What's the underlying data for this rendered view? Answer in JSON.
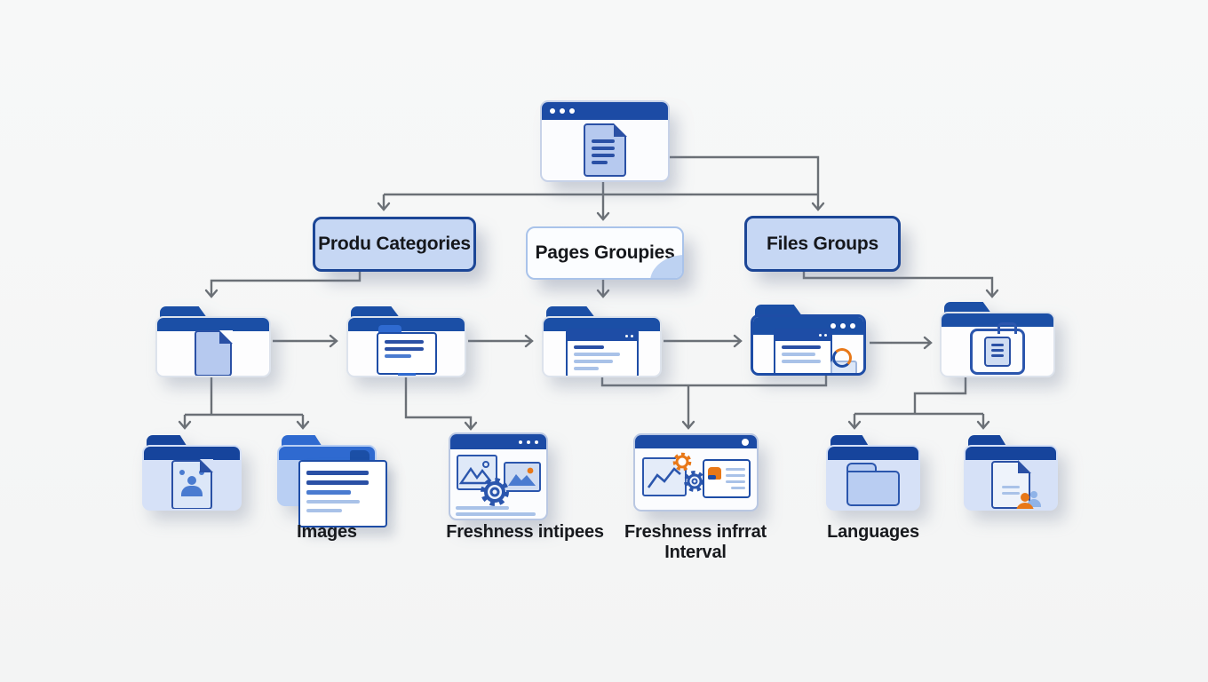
{
  "diagram_title": "sitemap-structure-flowchart",
  "colors": {
    "background": "#f6f7f7",
    "dark_blue": "#1c4ba5",
    "mid_blue": "#2f6ad0",
    "light_blue_fill": "#c6d7f4",
    "pale_blue_fill": "#d6e1f7",
    "filled_box_border": "#1c4696",
    "outline_box_border": "#a9c3ea",
    "connector_gray": "#6b7076",
    "accent_orange": "#e87818",
    "label_text": "#17191d"
  },
  "root_node": {
    "icon": "browser-document-icon"
  },
  "category_boxes": [
    {
      "label": "Produ Categories",
      "style": "filled"
    },
    {
      "label": "Pages Groupies",
      "style": "outline"
    },
    {
      "label": "Files Groups",
      "style": "filled"
    }
  ],
  "mid_nodes": [
    {
      "icon": "folder-document-icon"
    },
    {
      "icon": "folder-form-card-icon"
    },
    {
      "icon": "folder-browser-list-icon"
    },
    {
      "icon": "folder-window-search-icon"
    },
    {
      "icon": "folder-file-lines-icon"
    }
  ],
  "leaf_nodes": [
    {
      "icon": "folder-image-file-icon",
      "label": ""
    },
    {
      "icon": "folder-notes-card-icon",
      "label": "Images"
    },
    {
      "icon": "browser-gallery-gear-icon",
      "label": "Freshness intipees"
    },
    {
      "icon": "browser-gears-interval-icon",
      "label": "Freshness infrrat Interval"
    },
    {
      "icon": "folder-subfolder-icon",
      "label": "Languages"
    },
    {
      "icon": "folder-user-file-icon",
      "label": ""
    }
  ]
}
